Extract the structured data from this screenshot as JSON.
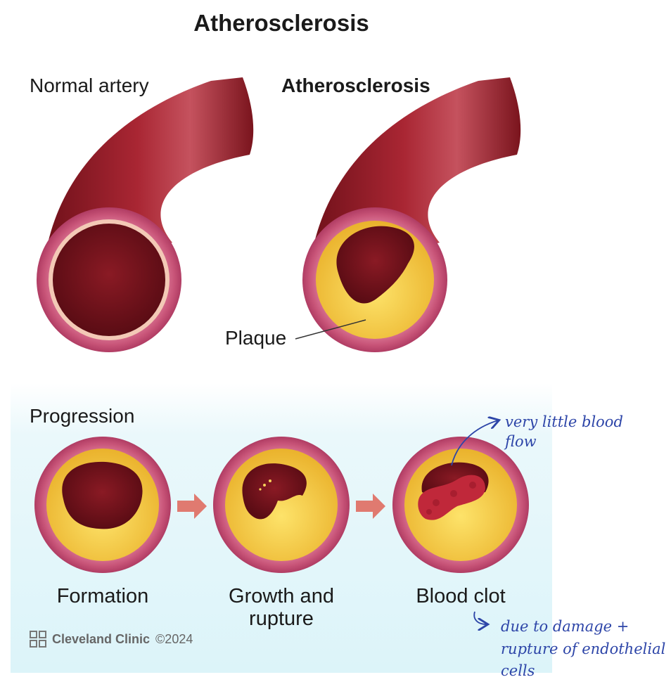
{
  "title": "Atherosclerosis",
  "panels": {
    "normal_label": "Normal artery",
    "athero_label": "Atherosclerosis",
    "plaque_label": "Plaque"
  },
  "progression": {
    "heading": "Progression",
    "stages": [
      "Formation",
      "Growth and rupture",
      "Blood clot"
    ]
  },
  "footer": {
    "brand": "Cleveland Clinic",
    "copyright": "©2024"
  },
  "annotations": {
    "note1": "very little blood flow",
    "note2": "due to damage + rupture of endothelial cells"
  },
  "colors": {
    "artery_dark": "#7e1620",
    "artery_mid": "#a3202c",
    "wall_pink": "#c95a7c",
    "lumen": "#6b0f18",
    "plaque": "#f2c23c",
    "clot": "#c0283a",
    "arrow": "#e07a70",
    "annotation_ink": "#2d45a8"
  }
}
